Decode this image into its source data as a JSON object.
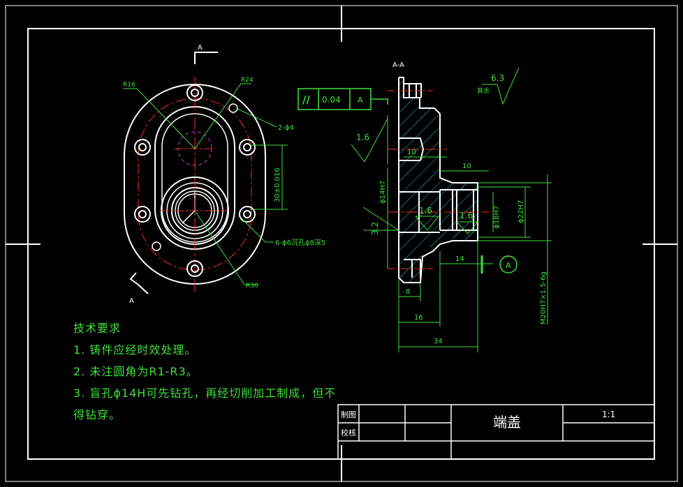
{
  "drawing": {
    "section_view_label": "A-A",
    "view_arrow_label_top": "A",
    "view_arrow_label_bottom": "A",
    "dims": {
      "r16": "R16",
      "r24": "R24",
      "r30": "R30",
      "holes_2": "2-ϕ4",
      "holes_6": "6-ϕ6沉孔ϕ8深5",
      "spacing": "30±0.016",
      "d14": "ϕ14H7",
      "d18": "ϕ18H7",
      "d22": "ϕ22H7",
      "thread": "M20H7×1.5-6g",
      "d10a": "10",
      "d10b": "10",
      "d14len": "14",
      "d8": "8",
      "d16": "16",
      "d34": "34"
    },
    "tolerance_frame": {
      "symbol": "//",
      "value": "0.04",
      "datum": "A"
    },
    "datum_label": "A",
    "roughness": {
      "r63": "6.3",
      "r16a": "1.6",
      "r16b": "1.6",
      "r16c": "1.6",
      "r32": "3.2",
      "rest": "其余"
    }
  },
  "tech_requirements": {
    "title": "技术要求",
    "line1": "1. 铸件应经时效处理。",
    "line2": "2. 未注圆角为R1-R3。",
    "line3": "3. 盲孔ϕ14H可先钻孔，再经切削加工制成，但不",
    "line4": "得钻穿。"
  },
  "title_block": {
    "drawn_label": "制图",
    "checked_label": "校核",
    "part_name": "端盖",
    "scale": "1:1"
  },
  "colors": {
    "outline": "#ffffff",
    "dimension": "#3ee03a",
    "center_line": "#ff2a2a",
    "hatch": "#2ad0d0",
    "hidden": "#d040d0"
  }
}
